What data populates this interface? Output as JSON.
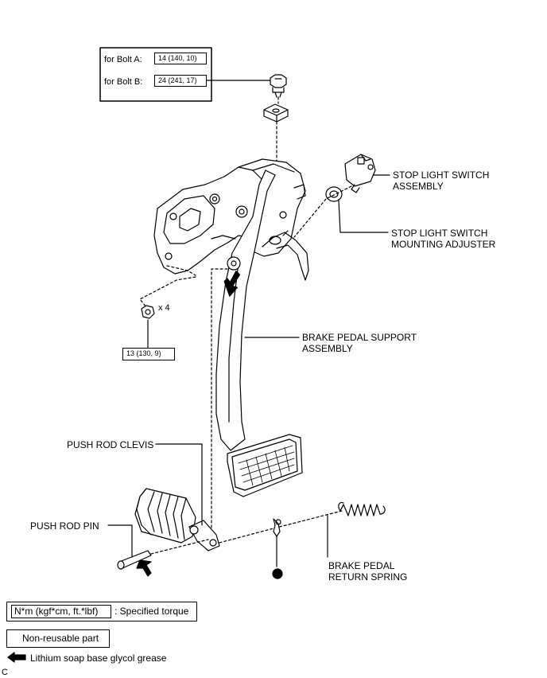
{
  "torque_table": {
    "bolt_a_label": "for Bolt A:",
    "bolt_a_value": "14 (140, 10)",
    "bolt_b_label": "for Bolt B:",
    "bolt_b_value": "24 (241, 17)"
  },
  "nut_torque": "13 (130, 9)",
  "nut_quantity": "x 4",
  "callouts": {
    "stop_light_switch_assembly": [
      "STOP LIGHT SWITCH",
      "ASSEMBLY"
    ],
    "stop_light_switch_adjuster": [
      "STOP LIGHT SWITCH",
      "MOUNTING ADJUSTER"
    ],
    "brake_pedal_support_assembly": [
      "BRAKE PEDAL SUPPORT",
      "ASSEMBLY"
    ],
    "push_rod_clevis": "PUSH ROD CLEVIS",
    "push_rod_pin": "PUSH ROD PIN",
    "brake_pedal_return_spring": [
      "BRAKE PEDAL",
      "RETURN SPRING"
    ]
  },
  "legend": {
    "torque_unit": "N*m (kgf*cm, ft.*lbf)",
    "torque_desc": ": Specified torque",
    "non_reusable": "Non-reusable part",
    "grease": "Lithium soap base glycol grease"
  },
  "corner_code": "C"
}
